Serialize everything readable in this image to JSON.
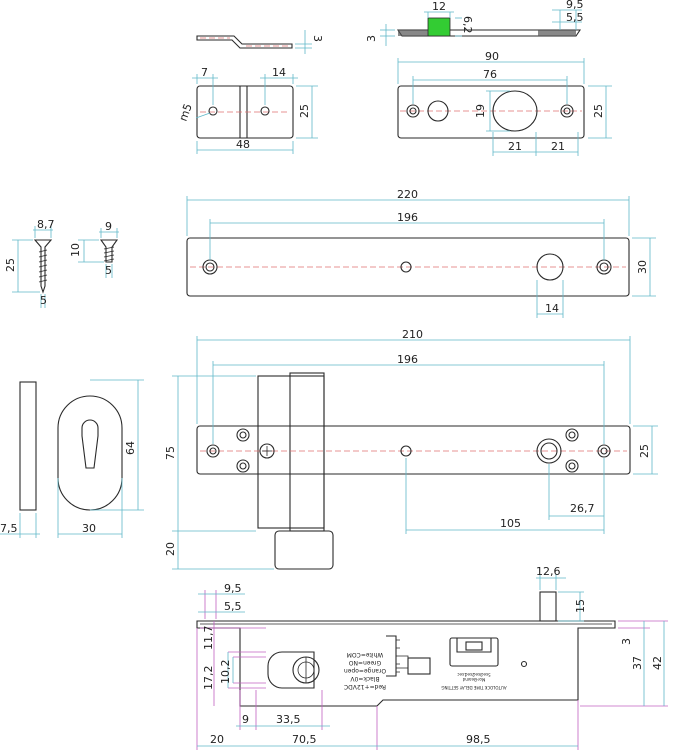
{
  "dimensions": {
    "strike_side": {
      "thickness": "3"
    },
    "strike_top": {
      "w12": "12",
      "h6_2": "6,2",
      "d9_5": "9,5",
      "d5_5": "5,5",
      "t3": "3"
    },
    "plate_a": {
      "d7": "7",
      "d14": "14",
      "d25": "25",
      "d48": "48",
      "thread": "m5"
    },
    "plate_b": {
      "d90": "90",
      "d76": "76",
      "d19": "19",
      "d25": "25",
      "d21a": "21",
      "d21b": "21"
    },
    "screw_long": {
      "d8_7": "8,7",
      "d25": "25",
      "d5": "5"
    },
    "screw_short": {
      "d9": "9",
      "d10": "10",
      "d5": "5"
    },
    "faceplate": {
      "d220": "220",
      "d196": "196",
      "d30": "30",
      "d14": "14"
    },
    "escutcheon": {
      "d64": "64",
      "d30": "30",
      "d7_5": "7,5"
    },
    "lock_front": {
      "d210": "210",
      "d196": "196",
      "d75": "75",
      "d25": "25",
      "d26_7": "26,7",
      "d105": "105",
      "d20": "20"
    },
    "lock_side": {
      "d12_6": "12,6",
      "d15": "15",
      "d9_5": "9,5",
      "d5_5": "5,5",
      "d11_7": "11,7",
      "d17_2": "17,2",
      "d10_2": "10,2",
      "d9": "9",
      "d33_5": "33,5",
      "d20": "20",
      "d70_5": "70,5",
      "d98_5": "98,5",
      "d3": "3",
      "d37": "37",
      "d42": "42"
    }
  },
  "wiring": {
    "labels": [
      "White=COM",
      "Green=NO",
      "Orange=open",
      "Black=0V",
      "Red=+12VDC"
    ],
    "switch_caption": "AUTOLOCK TIME DELAY SETTING",
    "switch_title": "Mor-Beamd",
    "switch_options": [
      "1sec",
      "2sec",
      "3sec",
      "5sec"
    ]
  },
  "colors": {
    "outline": "#2a2a2a",
    "dimension": "#5fb8c8",
    "centerline": "#e07070",
    "highlight": "#33cc33"
  }
}
